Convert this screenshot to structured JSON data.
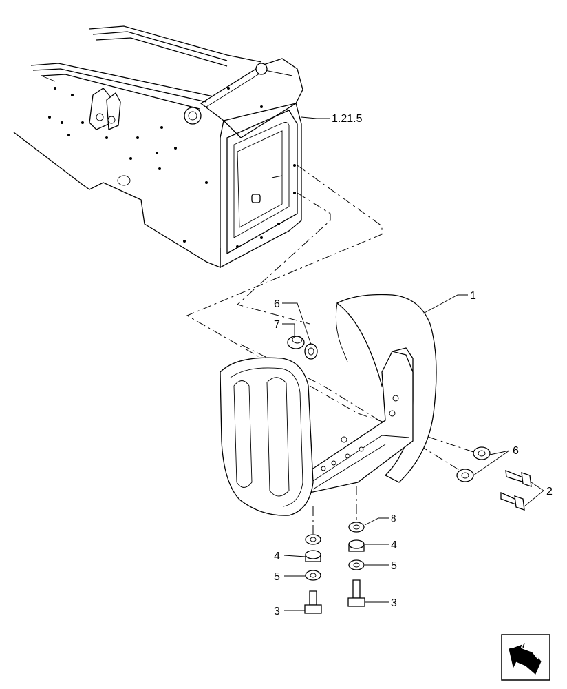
{
  "callouts": {
    "ref_frame": "1.21.5",
    "c1": "1",
    "c2": "2",
    "c3_left": "3",
    "c3_right": "3",
    "c4_left": "4",
    "c4_right": "4",
    "c5_left": "5",
    "c5_right": "5",
    "c6_top": "6",
    "c6_right": "6",
    "c7": "7",
    "c8": "8"
  },
  "navigation": {
    "icon": "return-arrow-icon"
  }
}
